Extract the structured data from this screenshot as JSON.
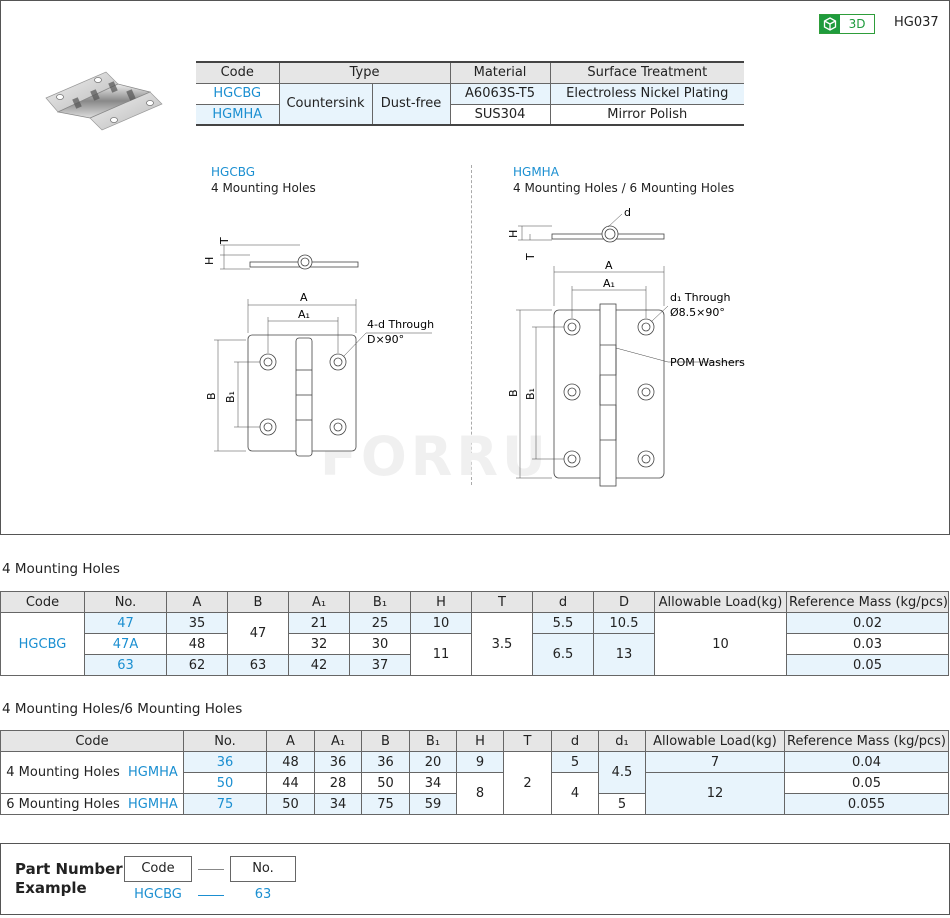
{
  "header": {
    "badge_3d": "3D",
    "page_code": "HG037"
  },
  "top_table": {
    "headers": [
      "Code",
      "Type",
      "Material",
      "Surface Treatment"
    ],
    "type_1": "Countersink",
    "type_2": "Dust-free",
    "rows": [
      {
        "code": "HGCBG",
        "material": "A6063S-T5",
        "surface": "Electroless Nickel Plating"
      },
      {
        "code": "HGMHA",
        "material": "SUS304",
        "surface": "Mirror Polish"
      }
    ]
  },
  "drawings": {
    "left": {
      "code": "HGCBG",
      "subtitle": "4 Mounting Holes",
      "label_T": "T",
      "label_H": "H",
      "label_A": "A",
      "label_A1": "A₁",
      "label_B": "B",
      "label_B1": "B₁",
      "callout_1": "4-d Through",
      "callout_2": "D×90°"
    },
    "right": {
      "code": "HGMHA",
      "subtitle": "4 Mounting Holes / 6 Mounting Holes",
      "label_d": "d",
      "label_H": "H",
      "label_T": "T",
      "label_A": "A",
      "label_A1": "A₁",
      "label_B": "B",
      "label_B1": "B₁",
      "callout_1": "d₁ Through",
      "callout_2": "Ø8.5×90°",
      "callout_3": "POM Washers"
    }
  },
  "section1": {
    "title": "4 Mounting Holes",
    "headers": [
      "Code",
      "No.",
      "A",
      "B",
      "A₁",
      "B₁",
      "H",
      "T",
      "d",
      "D",
      "Allowable Load(kg)",
      "Reference Mass (kg/pcs)"
    ],
    "code": "HGCBG",
    "rows": [
      {
        "no": "47",
        "A": "35",
        "A1": "21",
        "B1": "25",
        "mass": "0.02"
      },
      {
        "no": "47A",
        "A": "48",
        "A1": "32",
        "B1": "30",
        "mass": "0.03"
      },
      {
        "no": "63",
        "A": "62",
        "A1": "42",
        "B1": "37",
        "mass": "0.05"
      }
    ],
    "B_47": "47",
    "B_63": "63",
    "H_47": "10",
    "H_47A_63": "11",
    "T": "3.5",
    "d_47": "5.5",
    "d_47A_63": "6.5",
    "D_47": "10.5",
    "D_47A_63": "13",
    "load": "10"
  },
  "section2": {
    "title": "4 Mounting Holes/6 Mounting Holes",
    "headers": [
      "Code",
      "No.",
      "A",
      "A₁",
      "B",
      "B₁",
      "H",
      "T",
      "d",
      "d₁",
      "Allowable Load(kg)",
      "Reference Mass (kg/pcs)"
    ],
    "rows": [
      {
        "code_prefix": "4 Mounting Holes",
        "code": "HGMHA",
        "no": "36",
        "A": "48",
        "A1": "36",
        "B": "36",
        "B1": "20",
        "mass": "0.04"
      },
      {
        "code_prefix": "",
        "code": "",
        "no": "50",
        "A": "44",
        "A1": "28",
        "B": "50",
        "B1": "34",
        "mass": "0.05"
      },
      {
        "code_prefix": "6 Mounting Holes",
        "code": "HGMHA",
        "no": "75",
        "A": "50",
        "A1": "34",
        "B": "75",
        "B1": "59",
        "mass": "0.055"
      }
    ],
    "H_36": "9",
    "H_50_75": "8",
    "T": "2",
    "d_36": "5",
    "d_50_75": "4",
    "d1_36_50": "4.5",
    "d1_75": "5",
    "load_36": "7",
    "load_50_75": "12"
  },
  "part_number": {
    "title_line1": "Part Number",
    "title_line2": "Example",
    "code_label": "Code",
    "no_label": "No.",
    "code_value": "HGCBG",
    "no_value": "63"
  },
  "watermark": "FORRUN"
}
